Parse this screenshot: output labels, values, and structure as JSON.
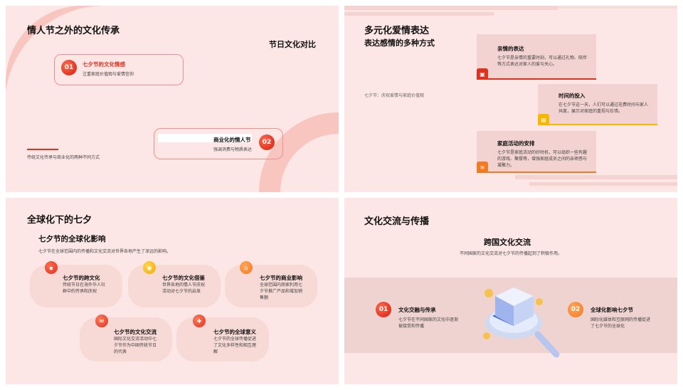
{
  "slide1": {
    "title": "情人节之外的文化传承",
    "subtitle": "节日文化对比",
    "item1": {
      "num": "01",
      "title": "七夕节的文化情感",
      "desc": "注重家庭价值观与爱情信仰"
    },
    "item2": {
      "num": "02",
      "title": "商业化的情人节",
      "desc": "强调消费与物质表达"
    },
    "footer": "传统文化传承与商业化的两种不同方式"
  },
  "slide2": {
    "title": "多元化爱情表达",
    "subtitle": "表达感情的多种方式",
    "note": "七夕节：庆祝爱情与家庭价值观",
    "cards": [
      {
        "title": "亲情的表达",
        "desc": "七夕节是亲情的重要时刻，可以通过礼物、陪伴等方式表达对家人的爱与关心。",
        "icon": "gift-icon",
        "color": "#e0301e"
      },
      {
        "title": "时间的投入",
        "desc": "在七夕节这一天，人们可以通过花费时间与家人共度，展示对家庭的重视与珍惜。",
        "icon": "document-icon",
        "color": "#f5b800"
      },
      {
        "title": "家庭活动的安排",
        "desc": "七夕节是家庭活动的好时机，可以组织一些有趣的游戏、聚餐等，增强家庭成员之间的亲密感与凝聚力。",
        "icon": "layers-icon",
        "color": "#f47a20"
      }
    ]
  },
  "slide3": {
    "title": "全球化下的七夕",
    "subtitle": "七夕节的全球化影响",
    "intro": "七夕节在全球范围内的传播和文化交流对世界各地产生了深远的影响。",
    "items": [
      {
        "title": "七夕节的跨文化",
        "desc": "传统节日在海外华人社群中的传承和庆祝",
        "icon": "cart-icon",
        "color": "#e0301e"
      },
      {
        "title": "七夕节的文化借鉴",
        "desc": "世界各地的情人节庆祝活动对七夕节的启发",
        "icon": "target-icon",
        "color": "#f5a800"
      },
      {
        "title": "七夕节的商业影响",
        "desc": "全球范围内商家利用七夕节推广产品和增加销售额",
        "icon": "shop-icon",
        "color": "#f47a20"
      },
      {
        "title": "七夕节的文化交流",
        "desc": "国际文化交流活动中七夕节作为中国传统节日的代表",
        "icon": "mail-icon",
        "color": "#e0301e"
      },
      {
        "title": "七夕节的全球意义",
        "desc": "七夕节的全球传播促进了文化多样性和相互理解",
        "icon": "puzzle-icon",
        "color": "#e0301e"
      }
    ]
  },
  "slide4": {
    "title": "文化交流与传播",
    "subtitle": "跨国文化交流",
    "intro": "不同国家的文化交流对七夕节的传播起到了积极作用。",
    "item1": {
      "num": "01",
      "title": "文化交融与传承",
      "desc": "七夕节在不同国家的文化中逐渐被接受和传播"
    },
    "item2": {
      "num": "02",
      "title": "全球化影响七夕节",
      "desc": "国际化媒体和互联网的传播促进了七夕节的全球化"
    }
  }
}
